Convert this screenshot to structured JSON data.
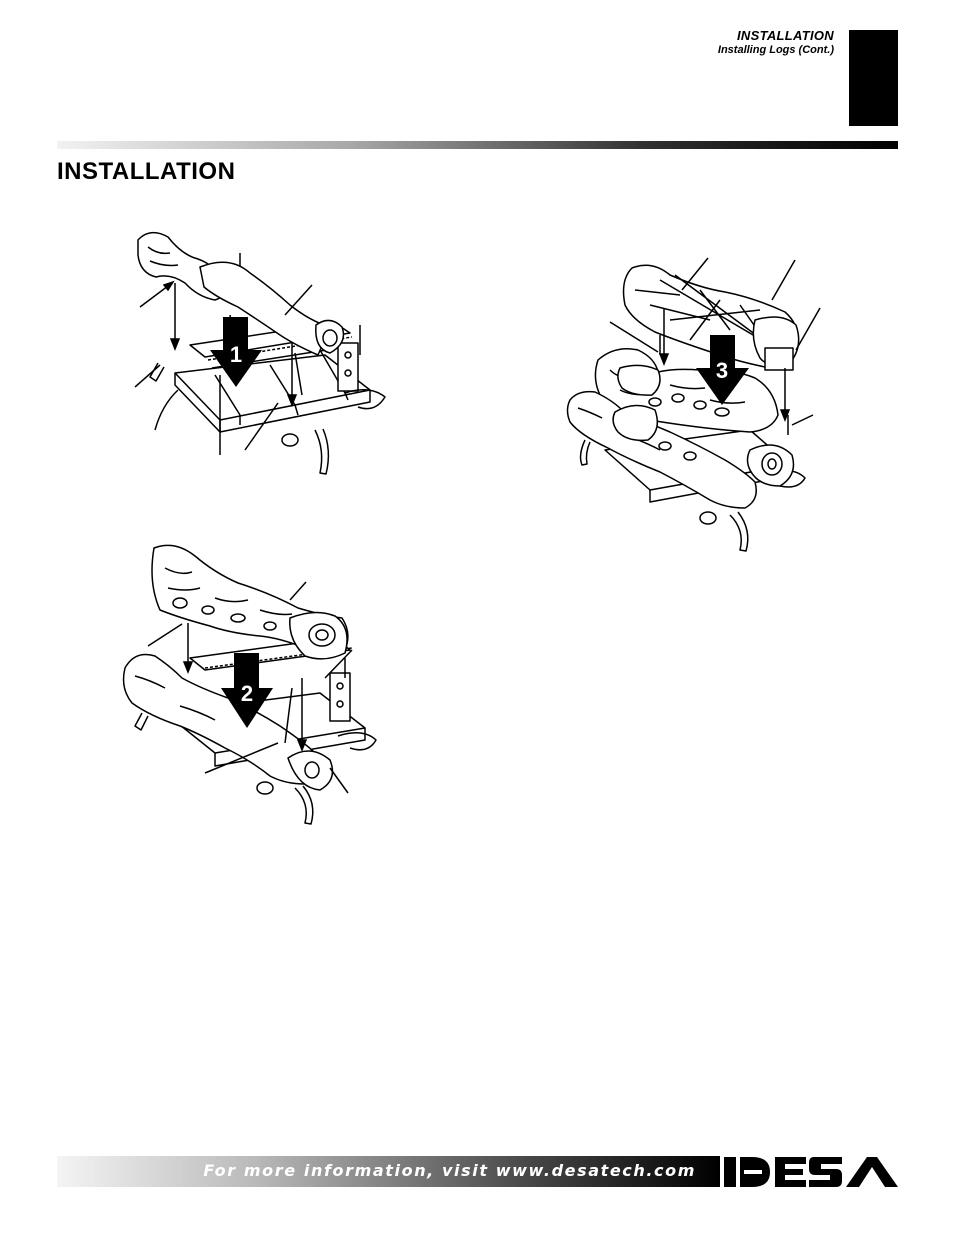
{
  "header": {
    "section": "INSTALLATION",
    "subsection": "Installing Logs (Cont.)"
  },
  "page_title": "INSTALLATION",
  "figures": [
    {
      "step_number": "1"
    },
    {
      "step_number": "2"
    },
    {
      "step_number": "3"
    }
  ],
  "footer": {
    "info_text": "For more information, visit www.desatech.com",
    "logo_text": "DESA"
  },
  "colors": {
    "text": "#000000",
    "background": "#ffffff",
    "tab": "#000000"
  }
}
